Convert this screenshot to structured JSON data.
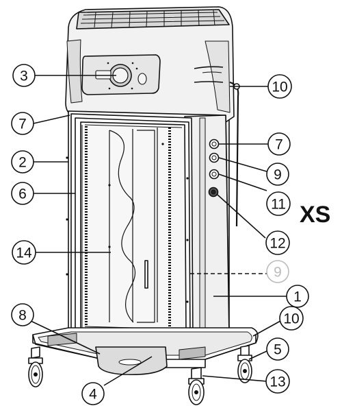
{
  "variant_label": "XS",
  "callouts": {
    "c3": "3",
    "c10_top": "10",
    "c7_left": "7",
    "c2": "2",
    "c6": "6",
    "c14": "14",
    "c8": "8",
    "c4": "4",
    "c7_right": "7",
    "c9": "9",
    "c11": "11",
    "c12": "12",
    "c9_dashed": "9",
    "c1": "1",
    "c10_bottom": "10",
    "c5": "5",
    "c13": "13"
  }
}
